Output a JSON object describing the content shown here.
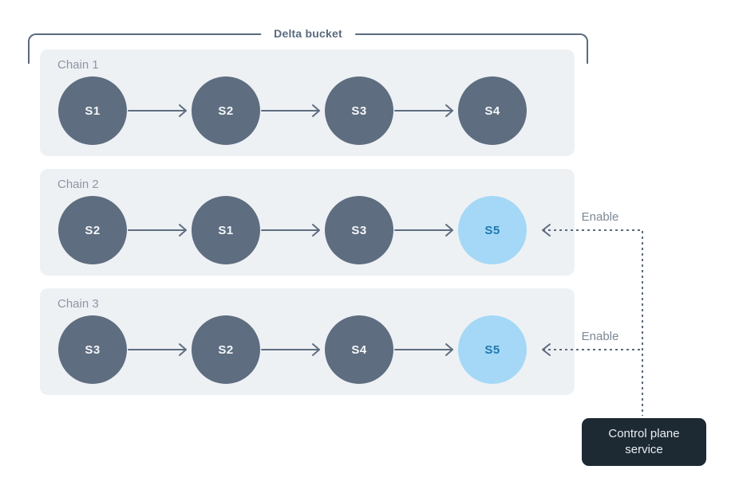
{
  "bracket": {
    "label": "Delta bucket"
  },
  "chains": [
    {
      "label": "Chain 1",
      "nodes": [
        {
          "id": "S1",
          "variant": "dark"
        },
        {
          "id": "S2",
          "variant": "dark"
        },
        {
          "id": "S3",
          "variant": "dark"
        },
        {
          "id": "S4",
          "variant": "dark"
        }
      ],
      "enable_label": ""
    },
    {
      "label": "Chain 2",
      "nodes": [
        {
          "id": "S2",
          "variant": "dark"
        },
        {
          "id": "S1",
          "variant": "dark"
        },
        {
          "id": "S3",
          "variant": "dark"
        },
        {
          "id": "S5",
          "variant": "blue"
        }
      ],
      "enable_label": "Enable"
    },
    {
      "label": "Chain 3",
      "nodes": [
        {
          "id": "S3",
          "variant": "dark"
        },
        {
          "id": "S2",
          "variant": "dark"
        },
        {
          "id": "S4",
          "variant": "dark"
        },
        {
          "id": "S5",
          "variant": "blue"
        }
      ],
      "enable_label": "Enable"
    }
  ],
  "control_plane": {
    "label": "Control plane service"
  },
  "colors": {
    "background": "#ffffff",
    "panel_bg": "#eef1f4",
    "node_dark_bg": "#5e6d80",
    "node_dark_text": "#f5f7f9",
    "node_blue_bg": "#a4d8f6",
    "node_blue_text": "#1f78ae",
    "line": "#5e6d80",
    "dashed_line": "#5b6a7d",
    "bracket": "#5a6a7e",
    "chain_label_text": "#8c96a6",
    "enable_label_text": "#7e8896",
    "control_box_bg": "#1d2933",
    "control_box_text": "#eaeef2"
  }
}
